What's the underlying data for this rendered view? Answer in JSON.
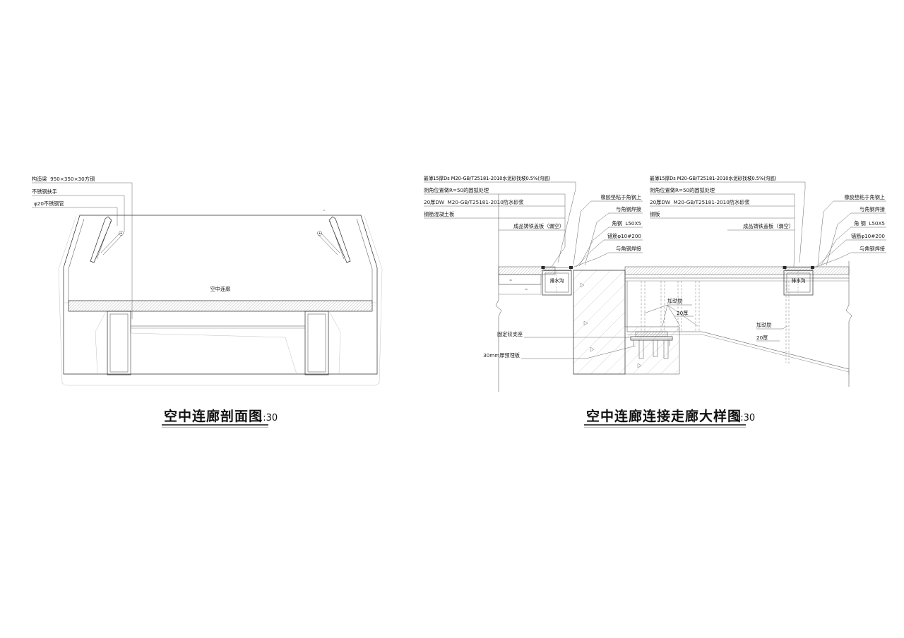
{
  "document": {
    "type": "architectural-detail-drawing",
    "background_color": "#ffffff",
    "line_color": "#2b2b2b"
  },
  "left_drawing": {
    "title": "空中连廊剖面图",
    "scale": "1:30",
    "center_label": "空中连廊",
    "annotations": [
      {
        "text": "构造梁  950×350×30方钢"
      },
      {
        "text": "不锈钢扶手"
      },
      {
        "text": "φ20不锈钢管"
      }
    ]
  },
  "right_drawing": {
    "title": "空中连廊连接走廊大样图",
    "scale": "1:30",
    "left_stack": [
      {
        "text": "最薄15厚Ds  M20-GB/T25181-2010水泥砂找坡0.5%(沟底)"
      },
      {
        "text": "阴角位置做R=50的圆弧处理"
      },
      {
        "text": "20厚DW  M20-GB/T25181-2010防水砂浆"
      },
      {
        "text": "钢筋混凝土板"
      },
      {
        "text": "成品铸铁盖板（漏空）"
      }
    ],
    "right_stack": [
      {
        "text": "最薄15厚Ds  M20-GB/T25181-2010水泥砂找坡0.5%(沟底)"
      },
      {
        "text": "阴角位置做R=50的圆弧处理"
      },
      {
        "text": "20厚DW  M20-GB/T25181-2010防水砂浆"
      },
      {
        "text": "钢板"
      },
      {
        "text": "成品铸铁盖板（漏空）"
      }
    ],
    "mid_callouts": [
      {
        "text": "橡胶垫粘于角钢上"
      },
      {
        "text": "与角钢焊接"
      },
      {
        "text": "角钢  L50X5"
      },
      {
        "text": "锚筋φ10#200"
      },
      {
        "text": "与角钢焊接"
      }
    ],
    "far_callouts": [
      {
        "text": "橡胶垫粘于角钢上"
      },
      {
        "text": "与角钢焊接"
      },
      {
        "text": "角 钢  L50X5"
      },
      {
        "text": "锚筋φ10#200"
      },
      {
        "text": "与角钢焊接"
      }
    ],
    "inner_labels": {
      "drain_left": "排水沟",
      "drain_right": "排水沟",
      "bearing": "固定铰支座",
      "embed_plate": "30mm厚预埋板",
      "stiffener_mid_line1": "加劲肋",
      "stiffener_mid_line2": "20厚",
      "stiffener_right_line1": "加劲肋",
      "stiffener_right_line2": "20厚"
    }
  }
}
